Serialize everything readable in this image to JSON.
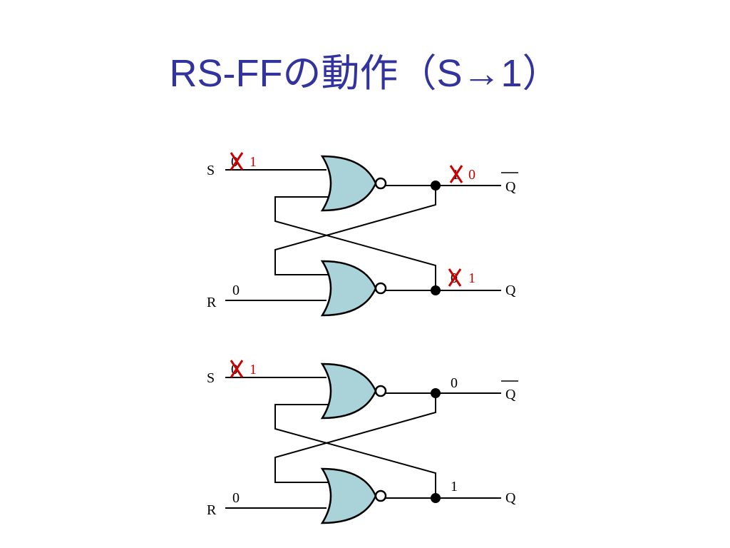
{
  "title": "RS-FFの動作（S→1）",
  "circuits": [
    {
      "s_label": "S",
      "r_label": "R",
      "s_old": "0",
      "s_new": "1",
      "r_value": "0",
      "qbar_old": "1",
      "qbar_new": "0",
      "q_old": "0",
      "q_new": "1",
      "qbar_label": "Q",
      "q_label": "Q"
    },
    {
      "s_label": "S",
      "r_label": "R",
      "s_old": "0",
      "s_new": "1",
      "r_value": "0",
      "qbar_value": "0",
      "q_value": "1",
      "qbar_label": "Q",
      "q_label": "Q"
    }
  ],
  "colors": {
    "title": "#3333a0",
    "gate_fill": "#a9d3d8",
    "change": "#cc0000"
  }
}
